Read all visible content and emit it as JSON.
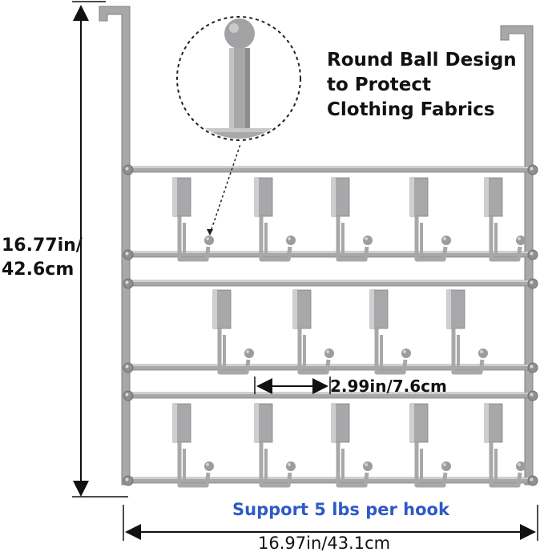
{
  "feature": {
    "line1": "Round Ball Design",
    "line2": "to Protect",
    "line3": "Clothing Fabrics"
  },
  "dimensions": {
    "height_in": "16.77in/",
    "height_cm": "42.6cm",
    "hook_spacing": "2.99in/7.6cm",
    "width": "16.97in/43.1cm"
  },
  "capacity": {
    "label": "Support 5 lbs per hook"
  },
  "colors": {
    "metal": "#a8a8ab",
    "metal_dark": "#808083",
    "metal_light": "#cfcfd1",
    "capacity_text": "#2f59c5",
    "text": "#111111"
  }
}
